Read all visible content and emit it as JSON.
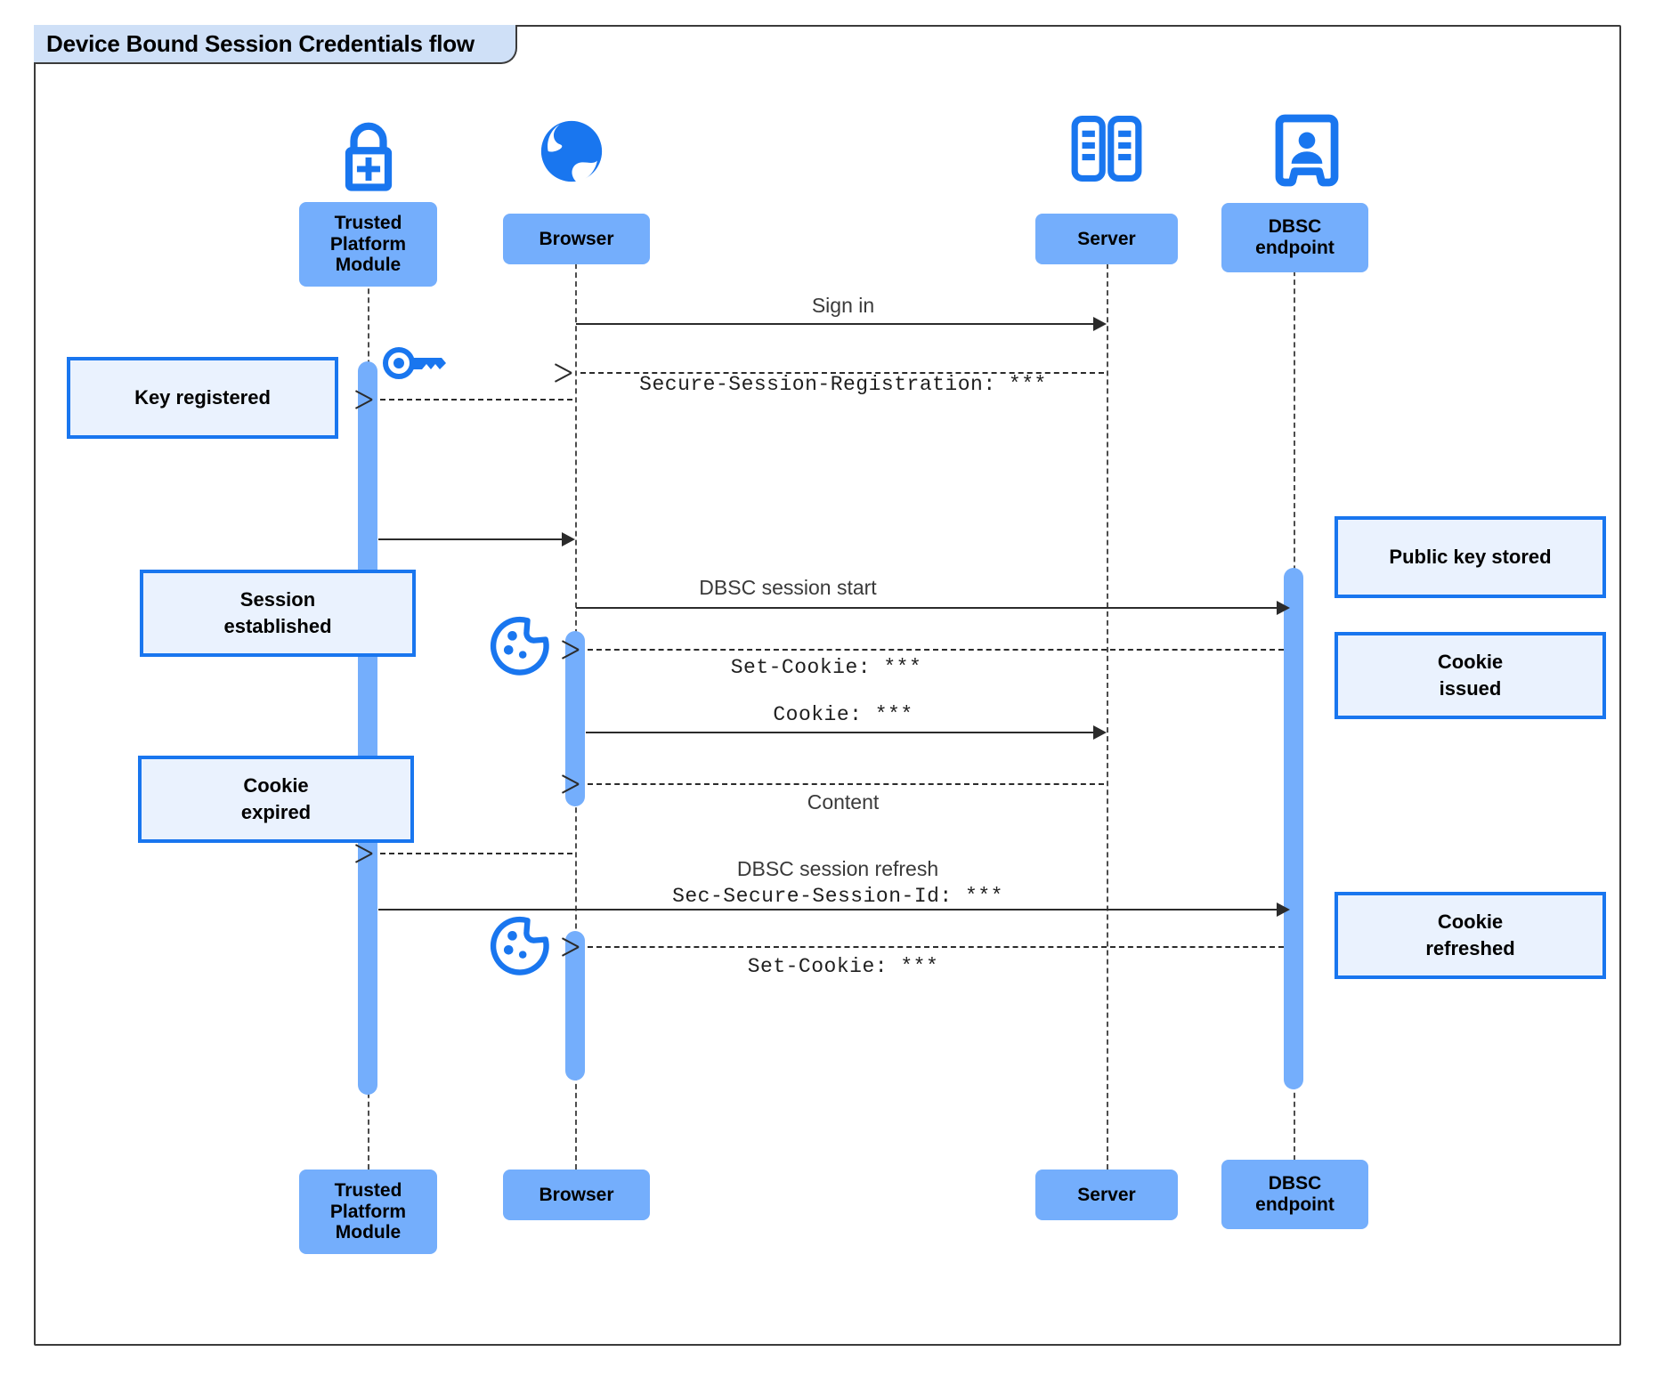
{
  "diagram": {
    "title": "Device Bound Session Credentials flow",
    "type": "sequence-diagram",
    "colors": {
      "participant_fill": "#74aefc",
      "note_fill": "#eaf2fe",
      "note_border": "#1976ef",
      "icon_blue": "#1976ef",
      "frame_border": "#3b3b3b",
      "title_fill": "#cfe0f7",
      "line": "#2b2b2b"
    }
  },
  "participants": [
    {
      "id": "tpm",
      "label": "Trusted\nPlatform\nModule",
      "label_line1": "Trusted",
      "label_line2": "Platform",
      "label_line3": "Module",
      "icon": "lock-plus-icon"
    },
    {
      "id": "browser",
      "label": "Browser",
      "icon": "globe-icon"
    },
    {
      "id": "server",
      "label": "Server",
      "icon": "server-racks-icon"
    },
    {
      "id": "dbsc",
      "label": "DBSC\nendpoint",
      "label_line1": "DBSC",
      "label_line2": "endpoint",
      "icon": "id-badge-icon"
    }
  ],
  "messages": [
    {
      "id": "m1",
      "from": "browser",
      "to": "server",
      "label": "Sign in",
      "style": "solid",
      "font": "sans"
    },
    {
      "id": "m2",
      "from": "server",
      "to": "browser",
      "label": "Secure-Session-Registration: ***",
      "style": "dotted",
      "font": "mono"
    },
    {
      "id": "m3",
      "from": "browser",
      "to": "tpm",
      "label": "",
      "style": "dotted",
      "font": "sans"
    },
    {
      "id": "m4",
      "from": "tpm",
      "to": "browser",
      "label": "",
      "style": "solid",
      "font": "sans"
    },
    {
      "id": "m5",
      "from": "browser",
      "to": "dbsc",
      "label": "DBSC session start",
      "style": "solid",
      "font": "sans"
    },
    {
      "id": "m6",
      "from": "dbsc",
      "to": "browser",
      "label": "Set-Cookie: ***",
      "style": "dotted",
      "font": "mono"
    },
    {
      "id": "m7",
      "from": "browser",
      "to": "server",
      "label": "Cookie: ***",
      "style": "solid",
      "font": "mono"
    },
    {
      "id": "m8",
      "from": "server",
      "to": "browser",
      "label": "Content",
      "style": "dotted",
      "font": "sans"
    },
    {
      "id": "m9",
      "from": "browser",
      "to": "tpm",
      "label": "",
      "style": "dotted",
      "font": "sans"
    },
    {
      "id": "m10",
      "from": "tpm",
      "to": "dbsc",
      "label_line1": "DBSC session refresh",
      "label_line2": "Sec-Secure-Session-Id: ***",
      "style": "solid",
      "font": "mixed"
    },
    {
      "id": "m11",
      "from": "dbsc",
      "to": "browser",
      "label": "Set-Cookie: ***",
      "style": "dotted",
      "font": "mono"
    }
  ],
  "notes": [
    {
      "id": "n1",
      "side": "left",
      "text": "Key registered",
      "line1": "Key registered"
    },
    {
      "id": "n2",
      "side": "left",
      "text": "Session established",
      "line1": "Session",
      "line2": "established"
    },
    {
      "id": "n3",
      "side": "left",
      "text": "Cookie expired",
      "line1": "Cookie",
      "line2": "expired"
    },
    {
      "id": "n4",
      "side": "right",
      "text": "Public key stored",
      "line1": "Public key stored"
    },
    {
      "id": "n5",
      "side": "right",
      "text": "Cookie issued",
      "line1": "Cookie",
      "line2": "issued"
    },
    {
      "id": "n6",
      "side": "right",
      "text": "Cookie refreshed",
      "line1": "Cookie",
      "line2": "refreshed"
    }
  ],
  "inline_icons": [
    {
      "id": "key1",
      "name": "key-icon",
      "near": "tpm"
    },
    {
      "id": "cookie1",
      "name": "cookie-icon",
      "near": "browser"
    },
    {
      "id": "cookie2",
      "name": "cookie-icon",
      "near": "browser"
    }
  ]
}
